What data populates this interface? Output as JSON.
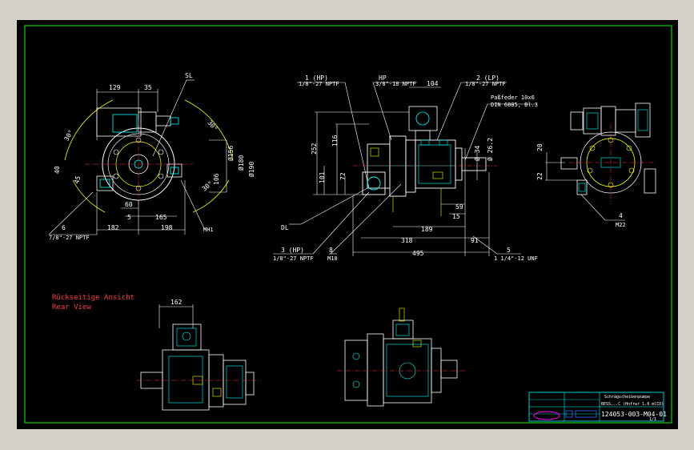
{
  "colors": {
    "frame": "#c0c0c0",
    "border": "#00ff00",
    "yellow": "#ffff00",
    "cyan": "#00ffff",
    "white": "#ffffff",
    "red": "#ff3b3b",
    "magenta": "#ff00ff",
    "blue": "#3b6bff"
  },
  "front_view": {
    "dims_top": [
      "129",
      "35"
    ],
    "label_sl": "SL",
    "angles": [
      "30°",
      "30°",
      "30°"
    ],
    "dims_side": [
      "40",
      "45"
    ],
    "dims_right": [
      "Ø156",
      "Ø180",
      "Ø190",
      "106"
    ],
    "dims_bottom": [
      "60",
      "5",
      "165",
      "182",
      "198"
    ],
    "port_6": "6",
    "port_6_thread": "7/8\"-27 NPTF",
    "label_mh": "MH1"
  },
  "side_view": {
    "port_1": "1 (HP)",
    "port_1_thread": "1/8\"-27 NPTF",
    "port_hp": "HP",
    "port_hp_thread": "3/8\"-18 NPTF",
    "dim_104": "104",
    "port_2": "2 (LP)",
    "port_2_thread": "1/8\"-27 NPTF",
    "key_spec": "Paßfeder 10x6",
    "key_norm": "DIN 6885, Bl.3",
    "dims_left": [
      "252",
      "116",
      "101",
      "72"
    ],
    "dims_shaft": [
      "Ø 34",
      "Ø 26.2"
    ],
    "dims_bottom": [
      "59",
      "15",
      "189",
      "318",
      "91",
      "495"
    ],
    "port_dl": "DL",
    "port_3": "3 (HP)",
    "port_3_thread": "1/8\"-27 NPTF",
    "port_8": "8",
    "port_8_thread": "M10",
    "port_5": "5",
    "port_5_thread": "1 1/4\"-12 UNF"
  },
  "rear_view": {
    "dims": [
      "20",
      "22"
    ],
    "port_4": "4",
    "port_4_thread": "M22"
  },
  "notes": {
    "line1": "Rückseitige Ansicht",
    "line2": "Rear View"
  },
  "bottom_view": {
    "dim_162": "162"
  },
  "title_block": {
    "title_de": "Schrägscheibenpumpe",
    "title_en": "BESS...C (Hnfrwr 1.0 mCCD)",
    "drawing_no": "124053-003-M04-01",
    "sheet": "1/1"
  }
}
